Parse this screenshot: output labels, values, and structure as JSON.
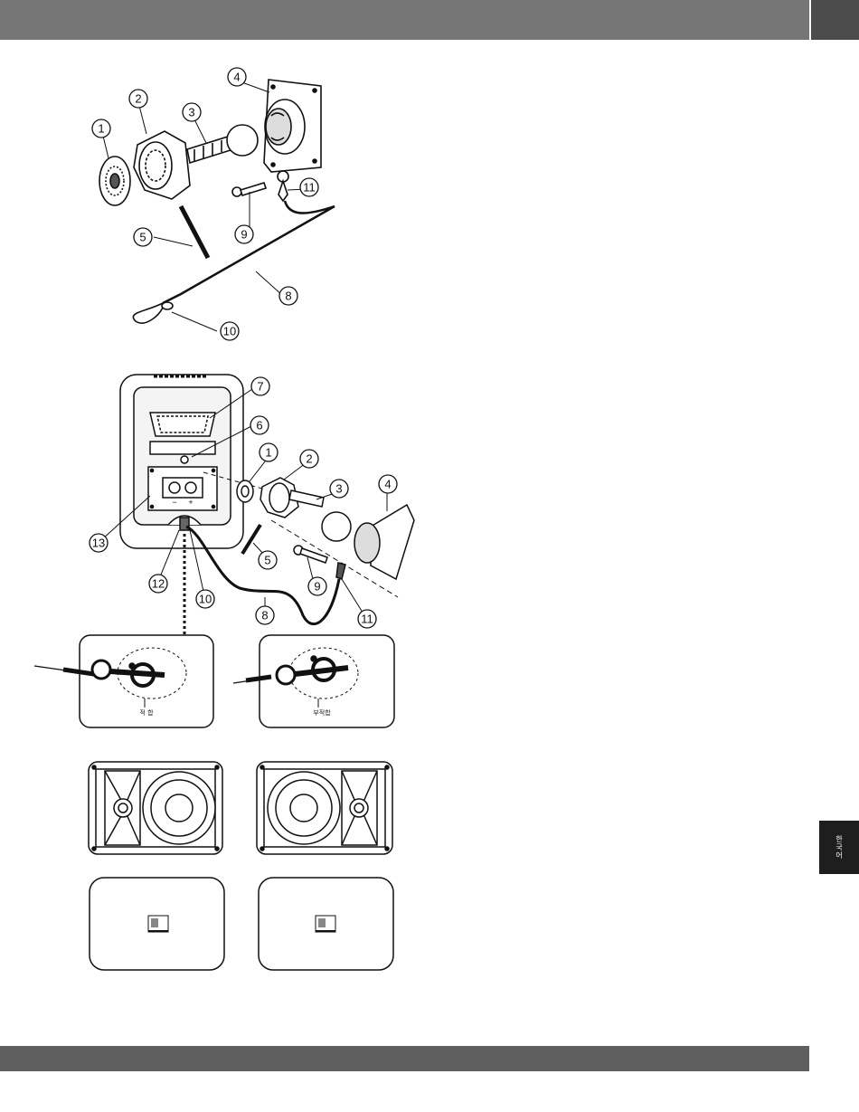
{
  "side_tab": {
    "label": "한국어"
  },
  "figure1": {
    "callouts": [
      "1",
      "2",
      "3",
      "4",
      "5",
      "8",
      "9",
      "10",
      "11"
    ]
  },
  "figure2": {
    "callouts": [
      "7",
      "6",
      "1",
      "2",
      "3",
      "4",
      "13",
      "5",
      "9",
      "12",
      "10",
      "8",
      "11"
    ],
    "terminal_minus": "−",
    "terminal_plus": "+"
  },
  "detail": {
    "correct_label": "적 합",
    "incorrect_label": "부적합"
  }
}
